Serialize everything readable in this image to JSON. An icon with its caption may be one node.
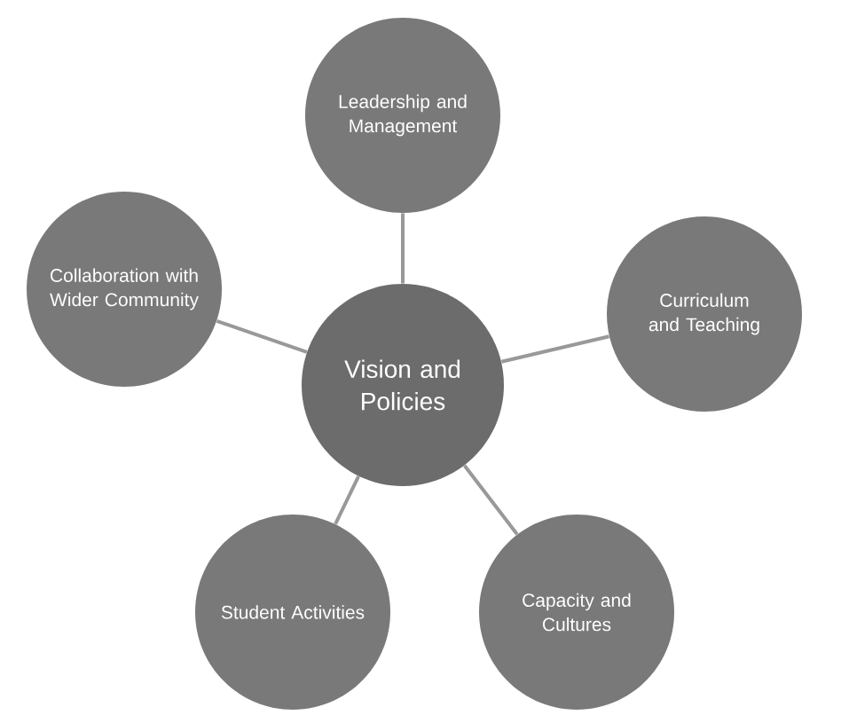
{
  "diagram": {
    "nodes": [
      {
        "text": [
          "Vision and Policies"
        ]
      },
      {
        "text": [
          "Leadership and Management"
        ]
      },
      {
        "text": [
          "Curriculum and Teaching"
        ]
      },
      {
        "text": [
          "Capacity and Cultures"
        ]
      },
      {
        "text": [
          "Student Activities"
        ]
      },
      {
        "text": [
          "Collaboration with Wider Community"
        ]
      }
    ],
    "edges": [
      {
        "from": 0,
        "to": 1,
        "arrow": "none"
      },
      {
        "from": 0,
        "to": 2,
        "arrow": "none"
      },
      {
        "from": 0,
        "to": 3,
        "arrow": "none"
      },
      {
        "from": 0,
        "to": 4,
        "arrow": "none"
      },
      {
        "from": 0,
        "to": 5,
        "arrow": "none"
      }
    ]
  }
}
